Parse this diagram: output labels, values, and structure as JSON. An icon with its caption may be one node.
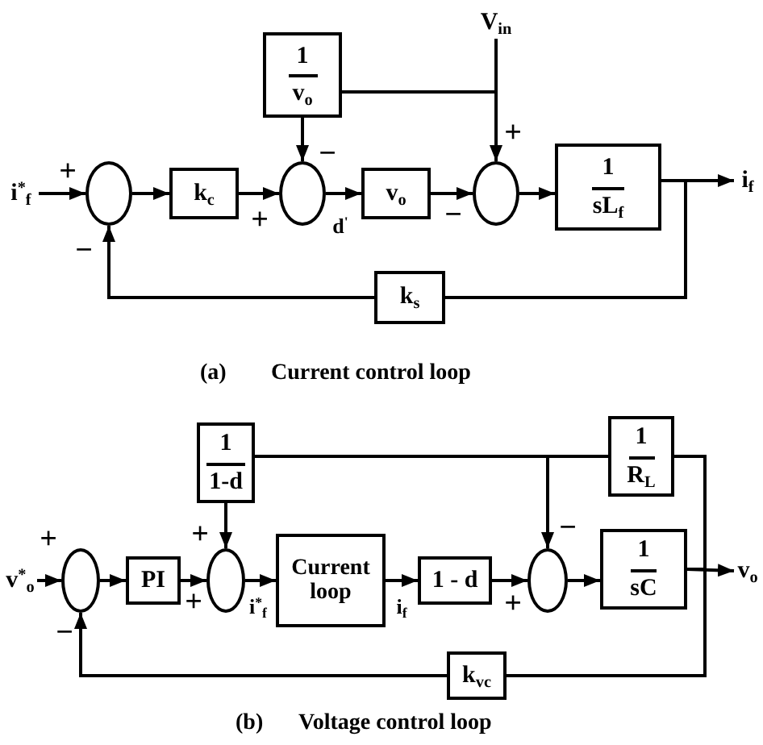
{
  "diagram": {
    "nodes": [
      {
        "text": [
          "V$_{in}$"
        ]
      },
      {
        "text": [
          "1",
          "v$_{o}$"
        ]
      },
      {
        "text": [
          "i$^{*}$$_{f}$"
        ]
      },
      {
        "text": [],
        "shape": "circle",
        "beside": [
          "+",
          "−"
        ]
      },
      {
        "text": [
          "k$_{c}$"
        ]
      },
      {
        "text": [],
        "shape": "circle",
        "beside": [
          "−",
          "+"
        ]
      },
      {
        "text": [
          "v$_{o}$"
        ]
      },
      {
        "text": [],
        "shape": "circle",
        "beside": [
          "+",
          "−"
        ]
      },
      {
        "text": [
          "1",
          "sL$_{f}$"
        ]
      },
      {
        "text": [
          "i$_{f}$"
        ]
      },
      {
        "text": [
          "k$_{s}$"
        ]
      },
      {
        "text": [
          "1",
          "1-d"
        ]
      },
      {
        "text": [
          "1",
          "R$_{L}$"
        ]
      },
      {
        "text": [
          "v$^{*}$$_{o}$"
        ]
      },
      {
        "text": [],
        "shape": "circle",
        "beside": [
          "+",
          "−"
        ]
      },
      {
        "text": [
          "PI"
        ]
      },
      {
        "text": [],
        "shape": "circle",
        "beside": [
          "+",
          "+"
        ]
      },
      {
        "text": [
          "Current loop"
        ]
      },
      {
        "text": [
          "1 - d"
        ]
      },
      {
        "text": [],
        "shape": "circle",
        "beside": [
          "−",
          "+"
        ]
      },
      {
        "text": [
          "1",
          "sC"
        ]
      },
      {
        "text": [
          "v$_{o}$"
        ]
      },
      {
        "text": [
          "k$_{vc}$"
        ]
      }
    ],
    "edges": [
      {
        "from": 2,
        "to": 3,
        "arrow": "to"
      },
      {
        "from": 3,
        "to": 4,
        "arrow": "to"
      },
      {
        "from": 4,
        "to": 5,
        "arrow": "to"
      },
      {
        "from": 1,
        "to": 5,
        "arrow": "to"
      },
      {
        "from": 5,
        "to": 6,
        "arrow": "to",
        "label": "d$^{'}$"
      },
      {
        "from": 6,
        "to": 7,
        "arrow": "to"
      },
      {
        "from": 0,
        "to": 7,
        "arrow": "to"
      },
      {
        "from": 0,
        "to": 1,
        "arrow": "none"
      },
      {
        "from": 7,
        "to": 8,
        "arrow": "to"
      },
      {
        "from": 8,
        "to": 9,
        "arrow": "to"
      },
      {
        "from": 8,
        "to": 10,
        "arrow": "none"
      },
      {
        "from": 10,
        "to": 3,
        "arrow": "to"
      },
      {
        "from": 13,
        "to": 14,
        "arrow": "to"
      },
      {
        "from": 14,
        "to": 15,
        "arrow": "to"
      },
      {
        "from": 15,
        "to": 16,
        "arrow": "to"
      },
      {
        "from": 11,
        "to": 16,
        "arrow": "to"
      },
      {
        "from": 16,
        "to": 17,
        "arrow": "to",
        "label": "i$^{*}$$_{f}$"
      },
      {
        "from": 17,
        "to": 18,
        "arrow": "to",
        "label": "i$_{f}$"
      },
      {
        "from": 18,
        "to": 19,
        "arrow": "to"
      },
      {
        "from": 12,
        "to": 19,
        "arrow": "to"
      },
      {
        "from": 12,
        "to": 11,
        "arrow": "none"
      },
      {
        "from": 19,
        "to": 20,
        "arrow": "to"
      },
      {
        "from": 20,
        "to": 21,
        "arrow": "to"
      },
      {
        "from": 20,
        "to": 12,
        "arrow": "none"
      },
      {
        "from": 20,
        "to": 22,
        "arrow": "none"
      },
      {
        "from": 22,
        "to": 14,
        "arrow": "to"
      }
    ],
    "labels": [
      "(a)",
      "Current control loop",
      "(b)",
      "Voltage control loop"
    ]
  }
}
